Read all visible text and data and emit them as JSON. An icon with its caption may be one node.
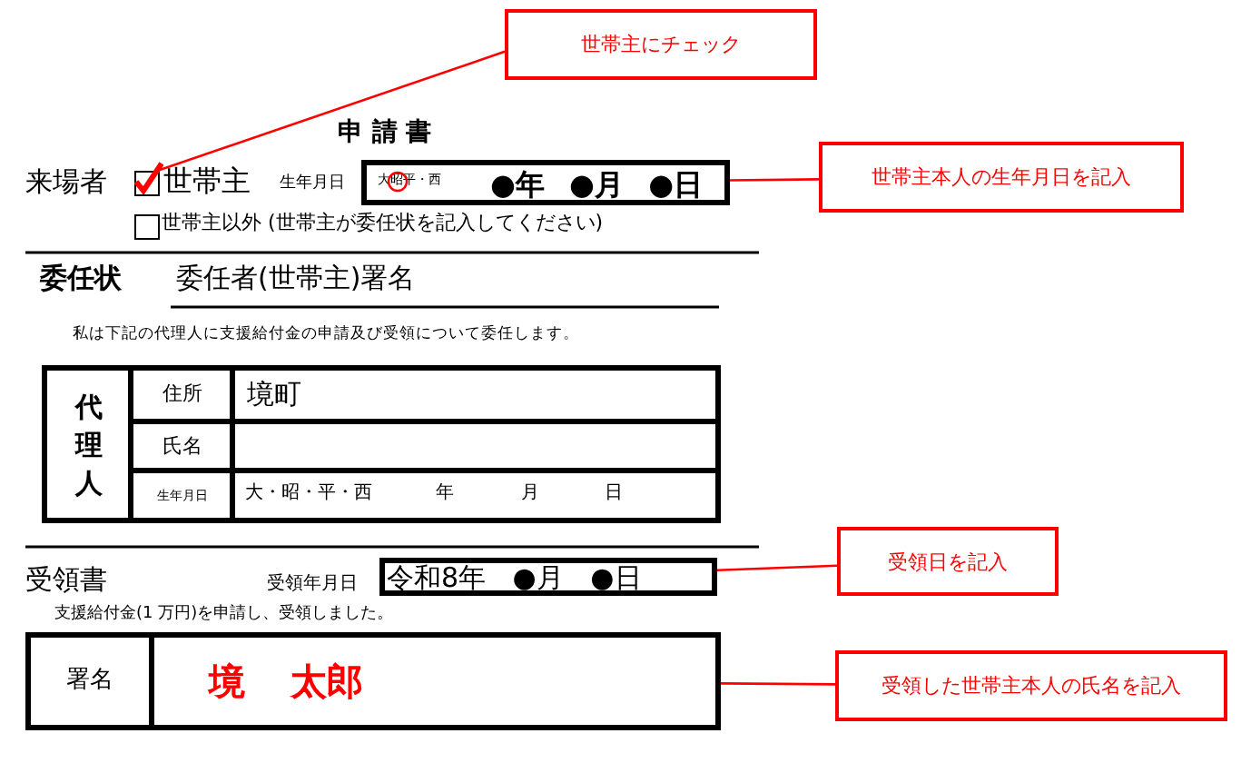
{
  "diagram": {
    "nodes": [
      {
        "text": [
          "世帯主にチェック"
        ]
      },
      {
        "text": [],
        "shape": "box"
      },
      {
        "text": [
          "世帯主本人の生年月日を記入"
        ]
      },
      {
        "text": [
          "大昭平・西",
          "●年 ●月 ●日"
        ]
      },
      {
        "text": [],
        "shape": "box"
      },
      {
        "text": [
          "受領日を記入"
        ]
      },
      {
        "text": [
          "令和8年 ●月 ●日"
        ]
      },
      {
        "text": [
          "受領した世帯主本人の氏名を記入"
        ]
      },
      {
        "text": [
          "境 太郎"
        ]
      }
    ],
    "edges": [
      {
        "from": 0,
        "to": 1,
        "arrow": "none"
      },
      {
        "from": 2,
        "to": 3,
        "arrow": "none"
      },
      {
        "from": 5,
        "to": 6,
        "arrow": "none"
      },
      {
        "from": 7,
        "to": 8,
        "arrow": "none"
      }
    ],
    "labels": [
      "申 請 書",
      "来場者",
      "世帯主",
      "生年月日",
      "世帯主以外 (世帯主が委任状を記入してください)",
      "委任状",
      "委任者(世帯主)署名",
      "私は下記の代理人に支援給付金の申請及び受領について委任します。",
      "代理人",
      "住所",
      "境町",
      "氏名",
      "生年月日",
      "大・昭・平・西",
      "年",
      "月",
      "日",
      "受領書",
      "受領年月日",
      "支援給付金(1 万円)を申請し、受領しました。",
      "署名"
    ]
  }
}
